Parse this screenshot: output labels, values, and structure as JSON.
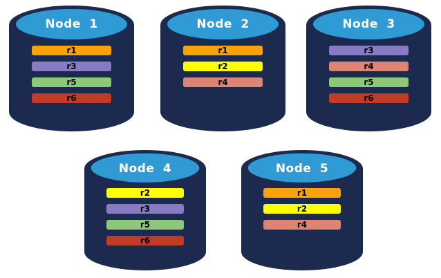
{
  "colors": {
    "background": "#FFFFFF",
    "cylinder_body": "#1B2A4E",
    "cylinder_top": "#2F9AD4",
    "title_text": "#FFFFFF",
    "bar_text": "#000000",
    "replicas": {
      "r1": "#F9A20C",
      "r2": "#FFFF00",
      "r3": "#887BC4",
      "r4": "#DE8472",
      "r5": "#8CC878",
      "r6": "#C33B26"
    }
  },
  "nodes": [
    {
      "title": "Node 1",
      "bars": [
        {
          "label": "r1",
          "color": "#F9A20C"
        },
        {
          "label": "r3",
          "color": "#887BC4"
        },
        {
          "label": "r5",
          "color": "#8CC878"
        },
        {
          "label": "r6",
          "color": "#C33B26"
        }
      ]
    },
    {
      "title": "Node 2",
      "bars": [
        {
          "label": "r1",
          "color": "#F9A20C"
        },
        {
          "label": "r2",
          "color": "#FFFF00"
        },
        {
          "label": "r4",
          "color": "#DE8472"
        }
      ]
    },
    {
      "title": "Node 3",
      "bars": [
        {
          "label": "r3",
          "color": "#887BC4"
        },
        {
          "label": "r4",
          "color": "#DE8472"
        },
        {
          "label": "r5",
          "color": "#8CC878"
        },
        {
          "label": "r6",
          "color": "#C33B26"
        }
      ]
    },
    {
      "title": "Node 4",
      "bars": [
        {
          "label": "r2",
          "color": "#FFFF00"
        },
        {
          "label": "r3",
          "color": "#887BC4"
        },
        {
          "label": "r5",
          "color": "#8CC878"
        },
        {
          "label": "r6",
          "color": "#C33B26"
        }
      ]
    },
    {
      "title": "Node 5",
      "bars": [
        {
          "label": "r1",
          "color": "#F9A20C"
        },
        {
          "label": "r2",
          "color": "#FFFF00"
        },
        {
          "label": "r4",
          "color": "#DE8472"
        }
      ]
    }
  ]
}
